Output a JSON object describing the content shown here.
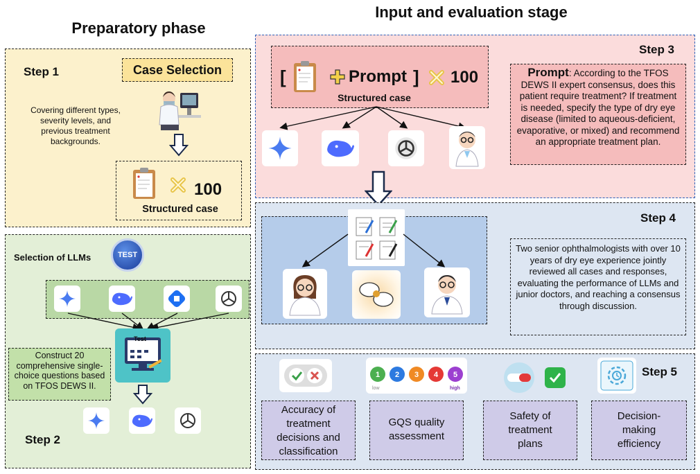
{
  "titles": {
    "left": "Preparatory phase",
    "right": "Input and evaluation stage"
  },
  "prep": {
    "step1": "Step 1",
    "case_selection": "Case Selection",
    "covering_text": "Covering different types, severity levels, and previous treatment backgrounds.",
    "times": "100",
    "structured_case": "Structured case",
    "selection_llms": "Selection of LLMs",
    "test_badge": "TEST",
    "test_screen": "Test",
    "construct_text": "Construct 20 comprehensive single-choice questions based on TFOS DEWS II.",
    "step2": "Step 2"
  },
  "step3": {
    "label": "Step 3",
    "bracket_open": "[",
    "plus": "+",
    "prompt_word": "Prompt",
    "bracket_close": "]",
    "times": "100",
    "structured_case": "Structured case",
    "prompt_label": "Prompt",
    "prompt_text": "According to the TFOS DEWS II expert consensus, does this patient require treatment? If treatment is needed, specify the type of dry eye disease (limited to aqueous-deficient, evaporative, or mixed) and recommend an appropriate treatment plan."
  },
  "step4": {
    "label": "Step 4",
    "text": "Two senior ophthalmologists with over 10 years of dry eye experience jointly reviewed all cases and responses, evaluating the performance of LLMs and junior doctors, and reaching a consensus through discussion."
  },
  "step5": {
    "label": "Step 5",
    "scale": [
      "1",
      "2",
      "3",
      "4",
      "5"
    ],
    "scale_low": "low",
    "scale_high": "high",
    "boxes": [
      "Accuracy of treatment decisions and classification",
      "GQS quality assessment",
      "Safety of treatment plans",
      "Decision-making efficiency"
    ]
  },
  "colors": {
    "yellow": "#fcf1cc",
    "green": "#e3efd7",
    "pink": "#fbdcdc",
    "blue": "#dde6f2",
    "lavender": "#cfcbe8"
  }
}
